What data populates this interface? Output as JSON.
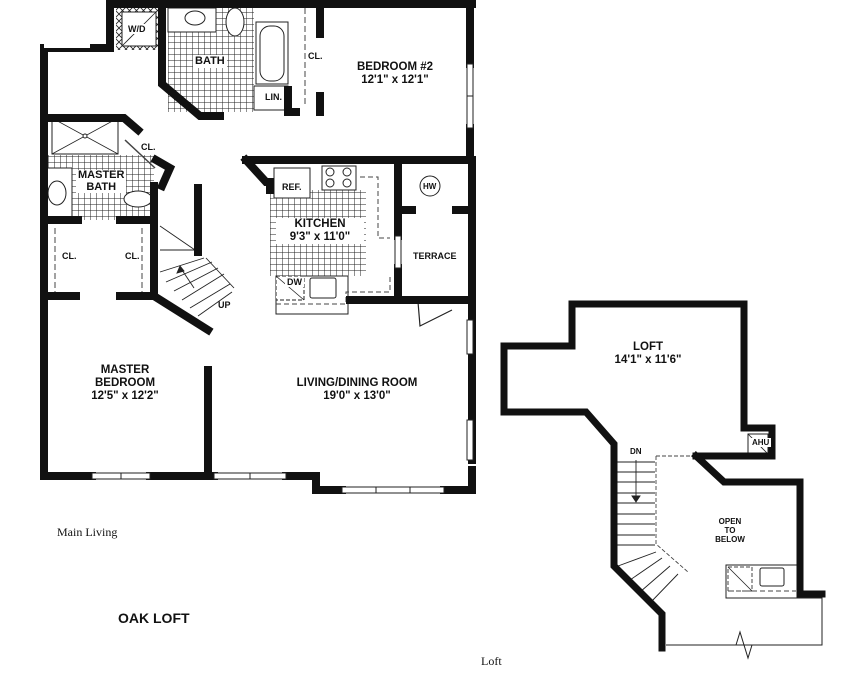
{
  "plan": {
    "name": "OAK LOFT",
    "levels": [
      {
        "label": "Main Living"
      },
      {
        "label": "Loft"
      }
    ]
  },
  "main_living": {
    "rooms": {
      "wd": "W/D",
      "bath": "BATH",
      "lin": "LIN.",
      "bedroom2_closet": "CL.",
      "bedroom2_name": "BEDROOM #2",
      "bedroom2_size": "12'1\" x 12'1\"",
      "hall_closet": "CL.",
      "master_bath_line1": "MASTER",
      "master_bath_line2": "BATH",
      "closet_left": "CL.",
      "closet_right": "CL.",
      "ref": "REF.",
      "kitchen_name": "KITCHEN",
      "kitchen_size": "9'3\" x 11'0\"",
      "dw": "DW",
      "hw": "HW",
      "terrace": "TERRACE",
      "stairs": "UP",
      "master_bedroom_line1": "MASTER",
      "master_bedroom_line2": "BEDROOM",
      "master_bedroom_size": "12'5\" x 12'2\"",
      "living_name": "LIVING/DINING ROOM",
      "living_size": "19'0\" x 13'0\""
    }
  },
  "loft": {
    "rooms": {
      "loft_name": "LOFT",
      "loft_size": "14'1\" x 11'6\"",
      "ahu": "AHU",
      "stairs": "DN",
      "open_line1": "OPEN",
      "open_line2": "TO",
      "open_line3": "BELOW"
    }
  },
  "colors": {
    "wall": "#111111",
    "background": "#ffffff",
    "tile": "#222222"
  }
}
